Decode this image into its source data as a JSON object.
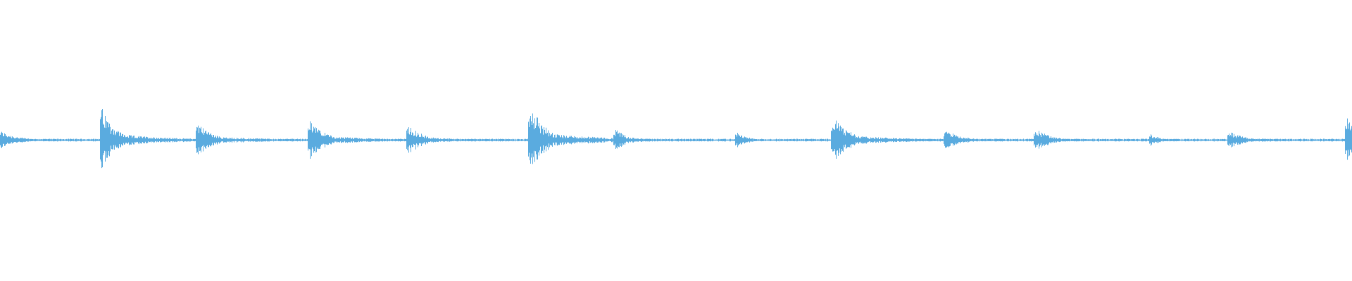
{
  "waveform": {
    "color": "#5aabdf",
    "background": "#ffffff",
    "baseline_amplitude": 0.01,
    "bursts": [
      {
        "position": 0.0,
        "peak": 0.07,
        "decay": 0.012,
        "tail": 0.035
      },
      {
        "position": 0.075,
        "peak": 0.24,
        "decay": 0.01,
        "tail": 0.04
      },
      {
        "position": 0.146,
        "peak": 0.14,
        "decay": 0.01,
        "tail": 0.045
      },
      {
        "position": 0.229,
        "peak": 0.16,
        "decay": 0.01,
        "tail": 0.04
      },
      {
        "position": 0.302,
        "peak": 0.12,
        "decay": 0.01,
        "tail": 0.035
      },
      {
        "position": 0.392,
        "peak": 0.29,
        "decay": 0.01,
        "tail": 0.04
      },
      {
        "position": 0.455,
        "peak": 0.09,
        "decay": 0.008,
        "tail": 0.035
      },
      {
        "position": 0.545,
        "peak": 0.06,
        "decay": 0.008,
        "tail": 0.02
      },
      {
        "position": 0.616,
        "peak": 0.17,
        "decay": 0.012,
        "tail": 0.045
      },
      {
        "position": 0.699,
        "peak": 0.09,
        "decay": 0.01,
        "tail": 0.03
      },
      {
        "position": 0.766,
        "peak": 0.09,
        "decay": 0.01,
        "tail": 0.035
      },
      {
        "position": 0.851,
        "peak": 0.05,
        "decay": 0.006,
        "tail": 0.02
      },
      {
        "position": 0.909,
        "peak": 0.07,
        "decay": 0.01,
        "tail": 0.05
      },
      {
        "position": 0.996,
        "peak": 0.2,
        "decay": 0.006,
        "tail": 0.01
      }
    ]
  }
}
